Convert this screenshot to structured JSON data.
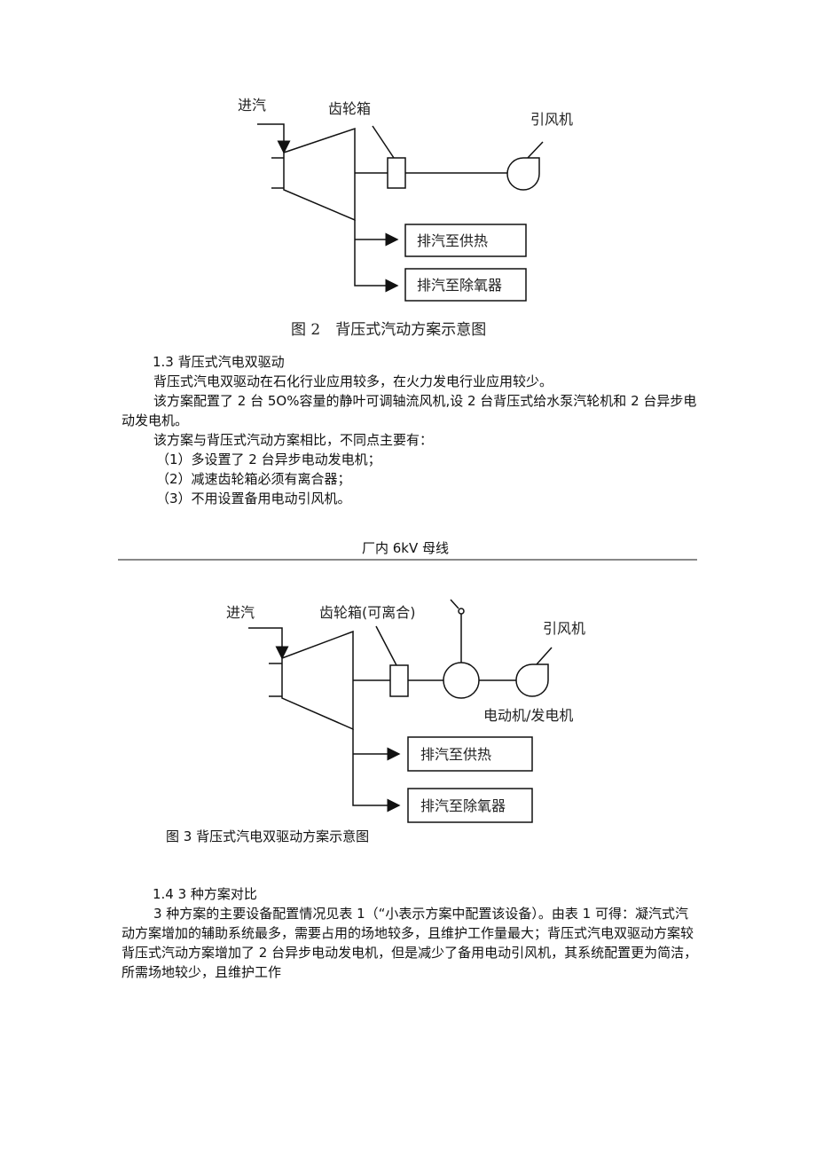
{
  "figure2": {
    "labels": {
      "steam_in": "进汽",
      "gearbox": "齿轮箱",
      "fan": "引风机"
    },
    "boxes": [
      "排汽至供热",
      "排汽至除氧器"
    ],
    "caption": "图 2　背压式汽动方案示意图"
  },
  "section13": {
    "heading": "1.3  背压式汽电双驱动",
    "paragraphs": [
      "背压式汽电双驱动在石化行业应用较多，在火力发电行业应用较少。",
      "该方案配置了 2 台 5O%容量的静叶可调轴流风机,设 2 台背压式给水泵汽轮机和 2 台异步电动发电机。",
      "该方案与背压式汽动方案相比，不同点主要有："
    ],
    "items": [
      "（1）多设置了 2 台异步电动发电机；",
      "（2）减速齿轮箱必须有离合器；",
      "（3）不用设置备用电动引风机。"
    ]
  },
  "figure3": {
    "bus_label": "厂内 6kV 母线",
    "labels": {
      "steam_in": "进汽",
      "gearbox": "齿轮箱(可离合)",
      "fan": "引风机",
      "motor": "电动机/发电机"
    },
    "boxes": [
      "排汽至供热",
      "排汽至除氧器"
    ],
    "caption": "图 3 背压式汽电双驱动方案示意图"
  },
  "section14": {
    "heading": "1.4   3 种方案对比",
    "paragraph": "3 种方案的主要设备配置情况见表 1（“小表示方案中配置该设备）。由表 1 可得：凝汽式汽动方案增加的辅助系统最多，需要占用的场地较多，且维护工作量最大；背压式汽电双驱动方案较背压式汽动方案增加了 2 台异步电动发电机，但是减少了备用电动引风机，其系统配置更为简洁，所需场地较少，且维护工作"
  }
}
